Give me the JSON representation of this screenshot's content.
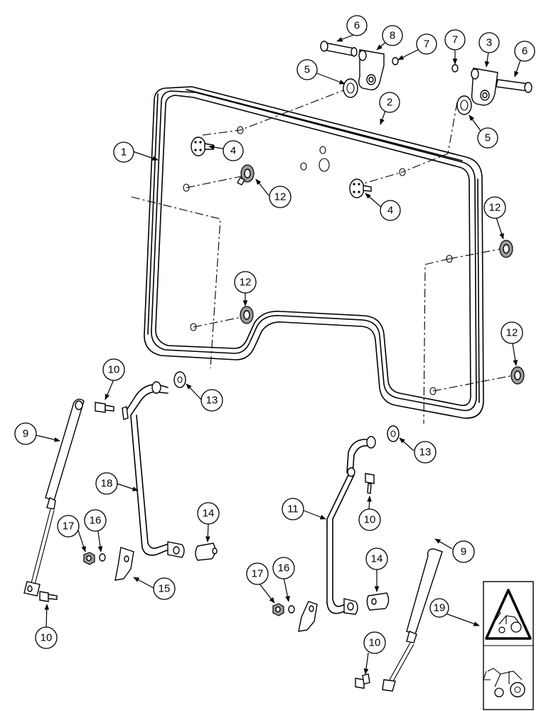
{
  "callouts": {
    "c1": "1",
    "c2": "2",
    "c3": "3",
    "c4a": "4",
    "c4b": "4",
    "c5a": "5",
    "c5b": "5",
    "c6a": "6",
    "c6b": "6",
    "c7a": "7",
    "c7b": "7",
    "c8": "8",
    "c9a": "9",
    "c9b": "9",
    "c10a": "10",
    "c10b": "10",
    "c10c": "10",
    "c10d": "10",
    "c11": "11",
    "c12a": "12",
    "c12b": "12",
    "c12c": "12",
    "c12d": "12",
    "c13a": "13",
    "c13b": "13",
    "c14a": "14",
    "c14b": "14",
    "c15": "15",
    "c16a": "16",
    "c16b": "16",
    "c17a": "17",
    "c17b": "17",
    "c18": "18",
    "c19": "19"
  },
  "colors": {
    "line": "#000000",
    "background": "#ffffff",
    "shade": "#9a9a9a"
  }
}
